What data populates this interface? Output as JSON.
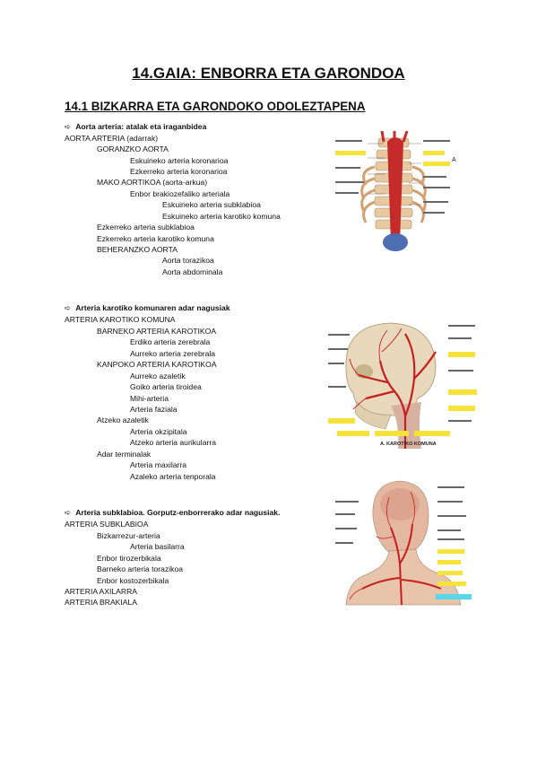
{
  "title": "14.GAIA: ENBORRA ETA GARONDOA",
  "section": "14.1 BIZKARRA ETA GARONDOKO ODOLEZTAPENA",
  "arrow_glyph": "➪",
  "block1": {
    "heading": "Aorta arteria: atalak eta iraganbidea",
    "lines": [
      "AORTA ARTERIA (adarrak)",
      "GORANZKO AORTA",
      "Eskuineko arteria koronarioa",
      "Ezkerreko arteria koronarioa",
      "MAKO AORTIKOA (aorta-arkua)",
      "Enbor brakiozefaliko arteriala",
      "Eskuineko arteria subklabioa",
      "Eskuineko arteria karotiko komuna",
      "Ezkerreko arteria subklabioa",
      "Ezkerreko arteria karotiko komuna",
      "BEHERANZKO AORTA",
      "Aorta torazikoa",
      "Aorta abdominala"
    ]
  },
  "block2": {
    "heading": "Arteria karotiko komunaren adar nagusiak",
    "lines": [
      "ARTERIA KAROTIKO KOMUNA",
      "BARNEKO ARTERIA KAROTIKOA",
      "Erdiko arteria zerebrala",
      "Aurreko arteria zerebrala",
      "KANPOKO ARTERIA KAROTIKOA",
      "Aurreko azaletik",
      "Goiko arteria tiroidea",
      "Mihi-arteria",
      "Arteria faziala",
      "Atzeko azaletik",
      "Arteria okzipitala",
      "Atzeko arteria aurikularra",
      "Adar terminalak",
      "Arteria maxilarra",
      "Azaleko arteria tenporala"
    ]
  },
  "block3": {
    "heading": "Arteria subklabioa. Gorputz-enborrerako adar nagusiak.",
    "lines": [
      "ARTERIA SUBKLABIOA",
      "Bizkarrezur-arteria",
      "Arteria basilarra",
      "Enbor tirozerbikala",
      "Barneko arteria torazikoa",
      "Enbor kostozerbikala",
      "ARTERIA AXILARRA",
      "ARTERIA BRAKIALA"
    ]
  },
  "figures": {
    "fig1_label": "A",
    "fig2_caption": "A. KAROTIKO KOMUNA"
  }
}
